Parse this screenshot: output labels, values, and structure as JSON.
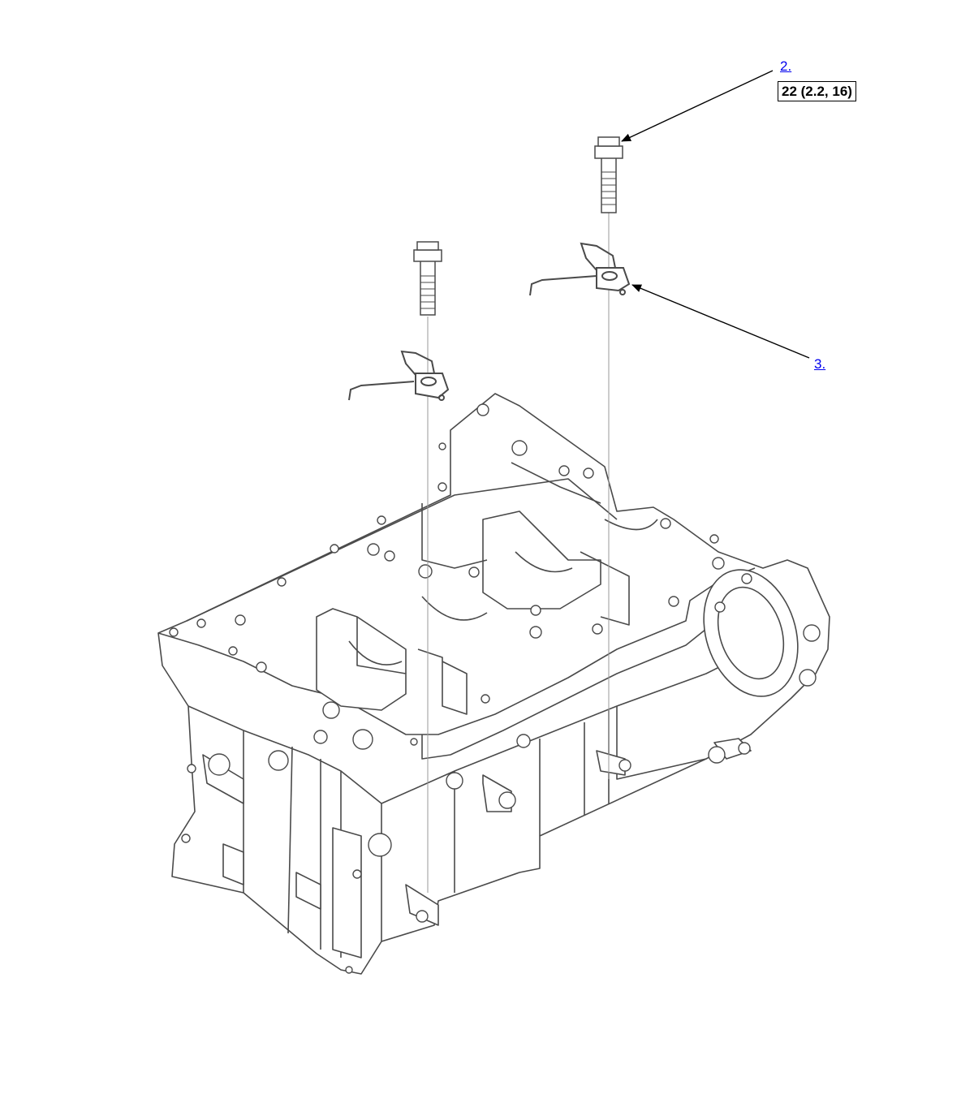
{
  "callouts": [
    {
      "id": "bolt",
      "label": "2.",
      "torque": "22 (2.2, 16)"
    },
    {
      "id": "nozzle",
      "label": "3."
    }
  ],
  "colors": {
    "link": "#0000ee",
    "outline": "#4a4a4a",
    "leader": "#000000"
  }
}
